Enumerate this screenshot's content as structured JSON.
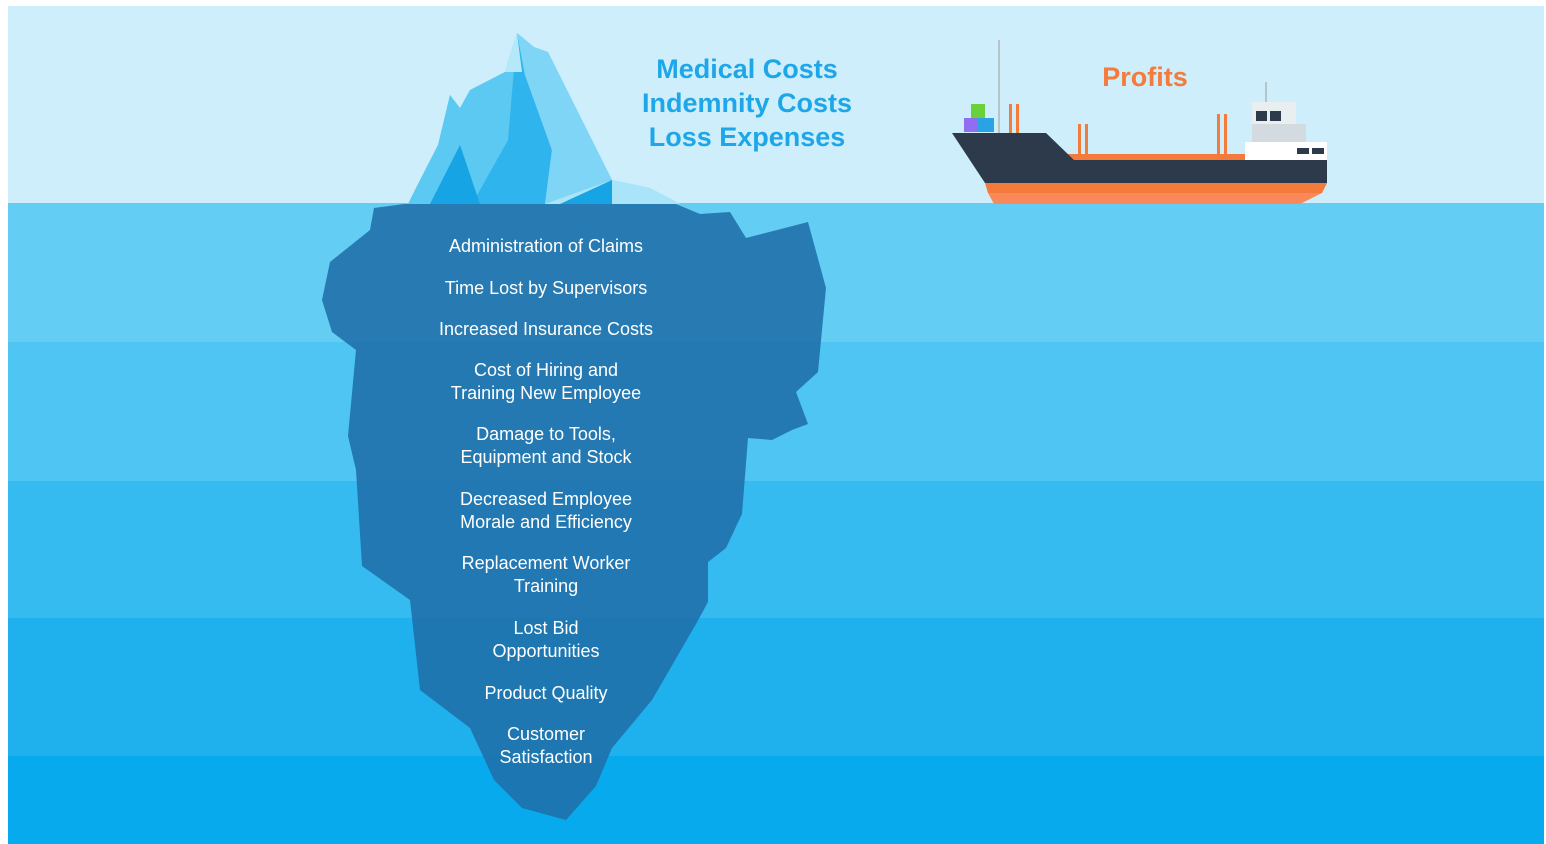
{
  "visible_costs": {
    "lines": [
      "Medical Costs",
      "Indemnity Costs",
      "Loss Expenses"
    ],
    "color": "#1ea7e8"
  },
  "profits": {
    "label": "Profits",
    "color": "#f47b3b"
  },
  "hidden_costs": [
    {
      "lines": [
        "Administration of Claims"
      ]
    },
    {
      "lines": [
        "Time Lost by Supervisors"
      ]
    },
    {
      "lines": [
        "Increased Insurance Costs"
      ]
    },
    {
      "lines": [
        "Cost of Hiring and",
        "Training New Employee"
      ]
    },
    {
      "lines": [
        "Damage to Tools,",
        "Equipment and Stock"
      ]
    },
    {
      "lines": [
        "Decreased Employee",
        "Morale and Efficiency"
      ]
    },
    {
      "lines": [
        "Replacement Worker",
        "Training"
      ]
    },
    {
      "lines": [
        "Lost Bid",
        "Opportunities"
      ]
    },
    {
      "lines": [
        "Product Quality"
      ]
    },
    {
      "lines": [
        "Customer",
        "Satisfaction"
      ]
    }
  ],
  "colors": {
    "sky": "#cdeefa",
    "water_bands": [
      "#63cdf4",
      "#4ec5f2",
      "#35bbf0",
      "#1fb1ee",
      "#08aaee"
    ],
    "iceberg_underwater": "#1f6ea8",
    "ship_hull": "#2c3a4b",
    "ship_stripe": "#f47b3b"
  }
}
